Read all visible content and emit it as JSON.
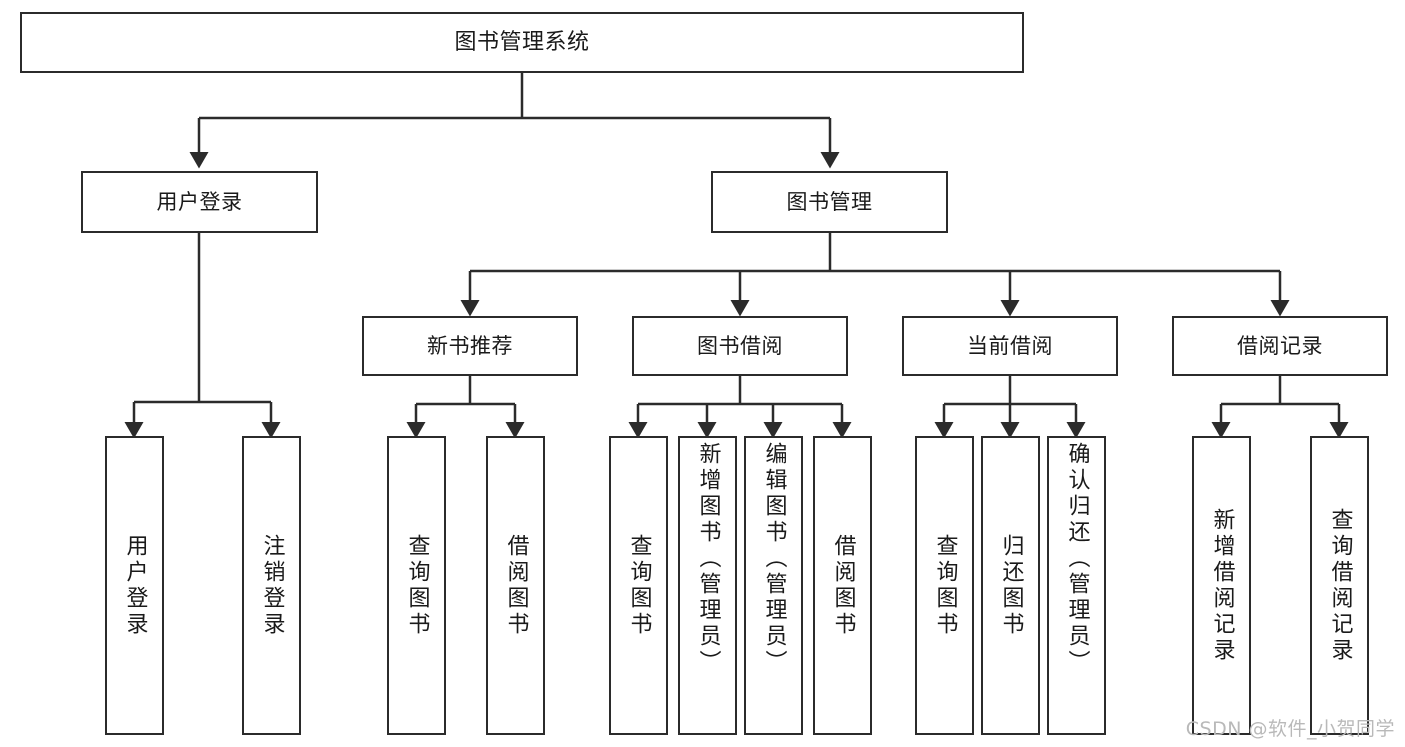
{
  "diagram": {
    "title": "图书管理系统",
    "type": "hierarchy-tree",
    "watermark": "CSDN @软件_小贺同学",
    "colors": {
      "stroke": "#2b2b2b",
      "fill": "#ffffff",
      "text": "#1a1a1a",
      "watermark": "#b9b9b9"
    },
    "levels": {
      "level0": [
        {
          "id": "root",
          "label": "图书管理系统"
        }
      ],
      "level1": [
        {
          "id": "user-login",
          "label": "用户登录"
        },
        {
          "id": "book-management",
          "label": "图书管理"
        }
      ],
      "level2": [
        {
          "id": "new-book-recommend",
          "label": "新书推荐"
        },
        {
          "id": "book-borrow",
          "label": "图书借阅"
        },
        {
          "id": "current-borrow",
          "label": "当前借阅"
        },
        {
          "id": "borrow-record",
          "label": "借阅记录"
        }
      ],
      "level3": [
        {
          "id": "leaf-user-login",
          "label": "用户登录",
          "parent": "user-login"
        },
        {
          "id": "leaf-logout-login",
          "label": "注销登录",
          "parent": "user-login"
        },
        {
          "id": "leaf-query-book-1",
          "label": "查询图书",
          "parent": "new-book-recommend"
        },
        {
          "id": "leaf-borrow-book-1",
          "label": "借阅图书",
          "parent": "new-book-recommend"
        },
        {
          "id": "leaf-query-book-2",
          "label": "查询图书",
          "parent": "book-borrow"
        },
        {
          "id": "leaf-add-book",
          "label": "新增图书（管理员）",
          "parent": "book-borrow"
        },
        {
          "id": "leaf-edit-book",
          "label": "编辑图书（管理员）",
          "parent": "book-borrow"
        },
        {
          "id": "leaf-borrow-book-2",
          "label": "借阅图书",
          "parent": "book-borrow"
        },
        {
          "id": "leaf-query-book-3",
          "label": "查询图书",
          "parent": "current-borrow"
        },
        {
          "id": "leaf-return-book",
          "label": "归还图书",
          "parent": "current-borrow"
        },
        {
          "id": "leaf-confirm-return",
          "label": "确认归还（管理员）",
          "parent": "current-borrow"
        },
        {
          "id": "leaf-add-record",
          "label": "新增借阅记录",
          "parent": "borrow-record"
        },
        {
          "id": "leaf-query-record",
          "label": "查询借阅记录",
          "parent": "borrow-record"
        }
      ]
    }
  }
}
